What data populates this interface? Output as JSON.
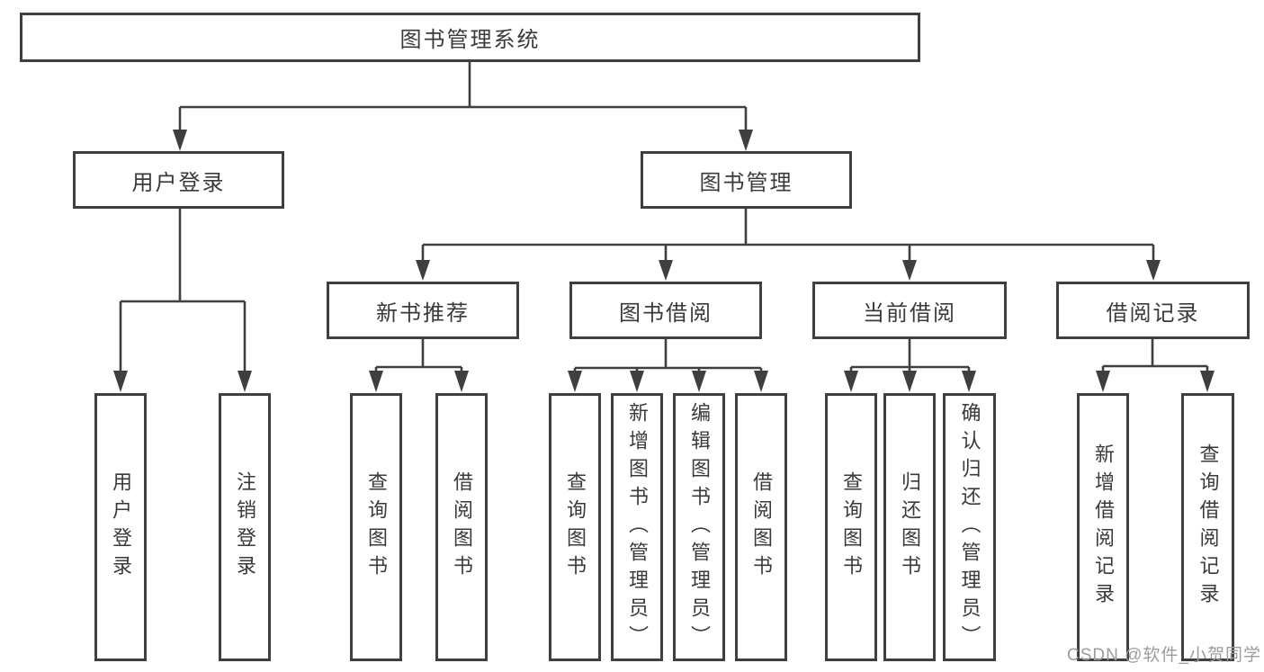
{
  "tree": {
    "label": "图书管理系统",
    "children": [
      {
        "label": "用户登录",
        "children": [
          {
            "label": "用户登录"
          },
          {
            "label": "注销登录"
          }
        ]
      },
      {
        "label": "图书管理",
        "children": [
          {
            "label": "新书推荐",
            "children": [
              {
                "label": "查询图书"
              },
              {
                "label": "借阅图书"
              }
            ]
          },
          {
            "label": "图书借阅",
            "children": [
              {
                "label": "查询图书"
              },
              {
                "label": "新增图书（管理员）"
              },
              {
                "label": "编辑图书（管理员）"
              },
              {
                "label": "借阅图书"
              }
            ]
          },
          {
            "label": "当前借阅",
            "children": [
              {
                "label": "查询图书"
              },
              {
                "label": "归还图书"
              },
              {
                "label": "确认归还（管理员）"
              }
            ]
          },
          {
            "label": "借阅记录",
            "children": [
              {
                "label": "新增借阅记录"
              },
              {
                "label": "查询借阅记录"
              }
            ]
          }
        ]
      }
    ]
  },
  "watermark": {
    "text": "CSDN @软件_小贺同学"
  },
  "colors": {
    "line": "#3f3f3f",
    "box_border": "#3f3f3f",
    "text": "#3a3a3a",
    "background": "#ffffff",
    "watermark": "#9c9c9c"
  }
}
